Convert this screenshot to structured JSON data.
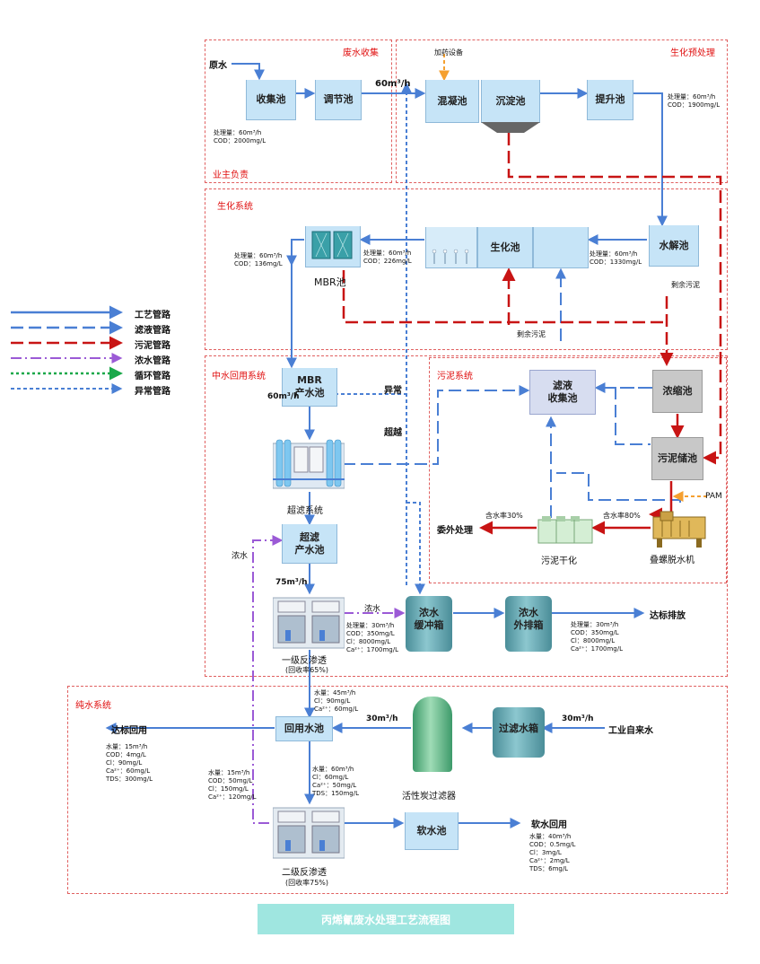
{
  "title": "丙烯氰废水处理工艺流程图",
  "regions": {
    "wastewater_collection": "废水收集",
    "owner": "业主负责",
    "bio_pretreatment": "生化预处理",
    "bio_system": "生化系统",
    "reuse_system": "中水回用系统",
    "sludge_system": "污泥系统",
    "pure_water_system": "纯水系统"
  },
  "legend": [
    {
      "label": "工艺管路",
      "color": "#4a7fd4",
      "style": "solid"
    },
    {
      "label": "滤液管路",
      "color": "#4a7fd4",
      "style": "longdash"
    },
    {
      "label": "污泥管路",
      "color": "#c81414",
      "style": "longdash"
    },
    {
      "label": "浓水管路",
      "color": "#9b5ad6",
      "style": "dashdot"
    },
    {
      "label": "循环管路",
      "color": "#1aa84a",
      "style": "dotted"
    },
    {
      "label": "异常管路",
      "color": "#4a7fd4",
      "style": "shortdash"
    }
  ],
  "units": {
    "collection_pool": "收集池",
    "equalization_pool": "调节池",
    "coagulation_pool": "混凝池",
    "sedimentation_pool": "沉淀池",
    "lift_pool": "提升池",
    "hydrolysis_pool": "水解池",
    "bio_pool": "生化池",
    "mbr_pool": "MBR池",
    "mbr_product_pool": "MBR\n产水池",
    "uf_system": "超滤系统",
    "uf_product_pool": "超滤\n产水池",
    "ro1": "一级反渗透",
    "ro1_recovery": "(回收率65%)",
    "brine_buffer": "浓水\n缓冲箱",
    "brine_discharge": "浓水\n外排箱",
    "filtrate_collection": "滤液\n收集池",
    "thickening_pool": "浓缩池",
    "sludge_storage": "污泥储池",
    "screw_press": "叠螺脱水机",
    "sludge_dryer": "污泥干化",
    "reuse_pool": "回用水池",
    "filter_tank": "过滤水箱",
    "carbon_filter": "活性炭过滤器",
    "ro2": "二级反渗透",
    "ro2_recovery": "(回收率75%)",
    "soft_pool": "软水池"
  },
  "labels": {
    "raw_water": "原水",
    "dosing": "加药设备",
    "flow_60_top": "60m³/h",
    "flow_60_mbr": "60m³/h",
    "flow_75": "75m³/h",
    "flow_30a": "30m³/h",
    "flow_30b": "30m³/h",
    "abnormal": "异常",
    "bypass": "超越",
    "brine_label1": "浓水",
    "brine_label2": "浓水",
    "excess_sludge1": "剩余污泥",
    "excess_sludge2": "剩余污泥",
    "pam": "PAM",
    "moist30": "含水率30%",
    "moist80": "含水率80%",
    "outsource": "委外处理",
    "discharge_std": "达标排放",
    "reuse_std": "达标回用",
    "soft_reuse": "软水回用",
    "tap_water": "工业自来水"
  },
  "notes": {
    "collection": "处理量：60m³/h\nCOD：2000mg/L",
    "lift": "处理量：60m³/h\nCOD：1900mg/L",
    "hydrolysis_out": "处理量：60m³/h\nCOD：1330mg/L",
    "bio_out": "处理量：60m³/h\nCOD：226mg/L",
    "mbr_out": "处理量：60m³/h\nCOD：136mg/L",
    "ro1_brine": "处理量：30m³/h\nCOD：350mg/L\nCl：8000mg/L\nCa²⁺：1700mg/L",
    "discharge": "处理量：30m³/h\nCOD：350mg/L\nCl：8000mg/L\nCa²⁺：1700mg/L",
    "reuse_in": "水量：45m³/h\nCl：90mg/L\nCa²⁺：60mg/L",
    "reuse_out": "水量：15m³/h\nCOD：4mg/L\nCl：90mg/L\nCa²⁺：60mg/L\nTDS：300mg/L",
    "ro2_in": "水量：60m³/h\nCl：60mg/L\nCa²⁺：50mg/L\nTDS：150mg/L",
    "ro2_brine": "水量：15m³/h\nCOD：50mg/L\nCl：150mg/L\nCa²⁺：120mg/L",
    "soft_out": "水量：40m³/h\nCOD：0.5mg/L\nCl：3mg/L\nCa²⁺：2mg/L\nTDS：6mg/L"
  }
}
